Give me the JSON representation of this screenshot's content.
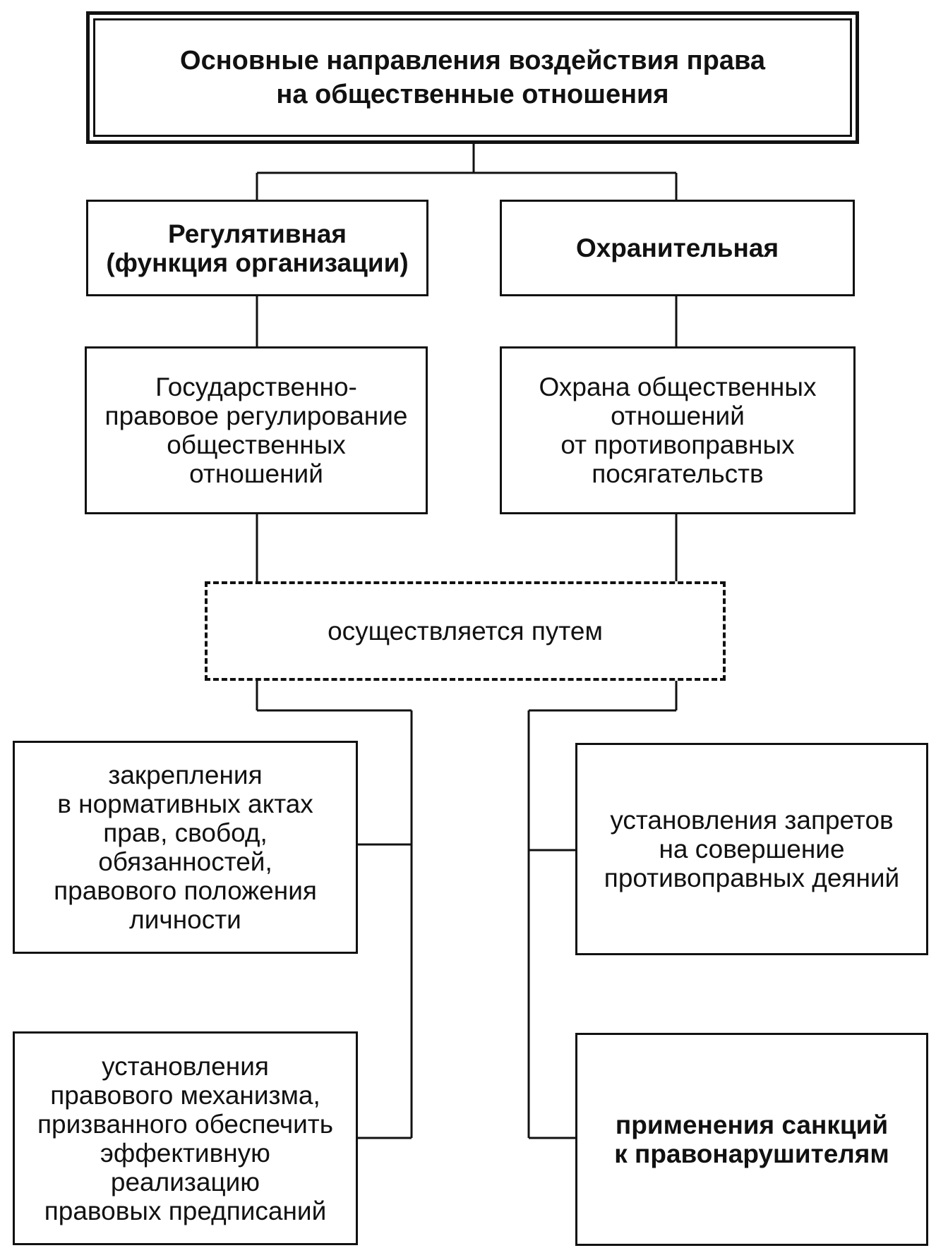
{
  "title": "Основные направления воздействия права\nна общественные отношения",
  "branches": {
    "left": {
      "heading": "Регулятивная\n(функция организации)",
      "description": "Государственно-\nправовое регулирование\nобщественных\nотношений",
      "items": [
        "закрепления\nв нормативных актах\nправ, свобод,\nобязанностей,\nправового положения\nличности",
        "установления\nправового механизма,\nпризванного обеспечить\nэффективную\nреализацию\nправовых предписаний"
      ]
    },
    "right": {
      "heading": "Охранительная",
      "description": "Охрана общественных\nотношений\nот противоправных\nпосягательств",
      "items": [
        "установления запретов\nна совершение\nпротивоправных деяний",
        "применения санкций\nк правонарушителям"
      ]
    }
  },
  "connector": "осуществляется путем"
}
